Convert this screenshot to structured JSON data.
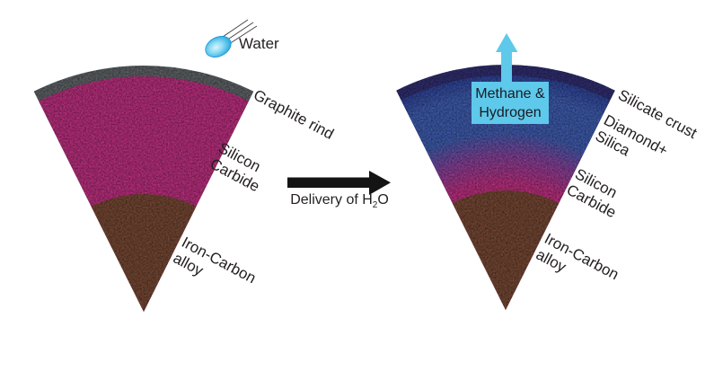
{
  "figure": {
    "description": "Carbon planet interior wedge diagram, before and after water delivery"
  },
  "left_wedge": {
    "water_label": "Water",
    "layer_graphite": "Graphite rind",
    "layer_sic_line1": "Silicon",
    "layer_sic_line2": "Carbide",
    "layer_iron_line1": "Iron-Carbon",
    "layer_iron_line2": "alloy"
  },
  "transform_arrow": {
    "label_prefix": "Delivery of H",
    "label_sub": "2",
    "label_suffix": "O"
  },
  "right_wedge": {
    "outgas_line1": "Methane &",
    "outgas_line2": "Hydrogen",
    "layer_crust": "Silicate crust",
    "layer_diamond_line1": "Diamond+",
    "layer_diamond_line2": "Silica",
    "layer_sic_line1": "Silicon",
    "layer_sic_line2": "Carbide",
    "layer_iron_line1": "Iron-Carbon",
    "layer_iron_line2": "alloy"
  },
  "colors": {
    "graphite_gray": "#5a5e61",
    "silicon_carbide_magenta": "#b12d78",
    "iron_carbon_brown": "#6f4431",
    "silicate_crust_navy": "#2e2c6a",
    "diamond_silica_blue": "#3b57a4",
    "diamond_silica_deep_blue": "#2c3f8e",
    "blend_purple": "#7b3f92",
    "gas_cyan": "#5ec9ea",
    "water_blue": "#2aa9e1",
    "water_deep": "#1b94cf",
    "water_mid": "#8edcf5",
    "water_highlight": "#ddf3fc",
    "arrow_black": "#141414",
    "line_gray": "#444444"
  }
}
